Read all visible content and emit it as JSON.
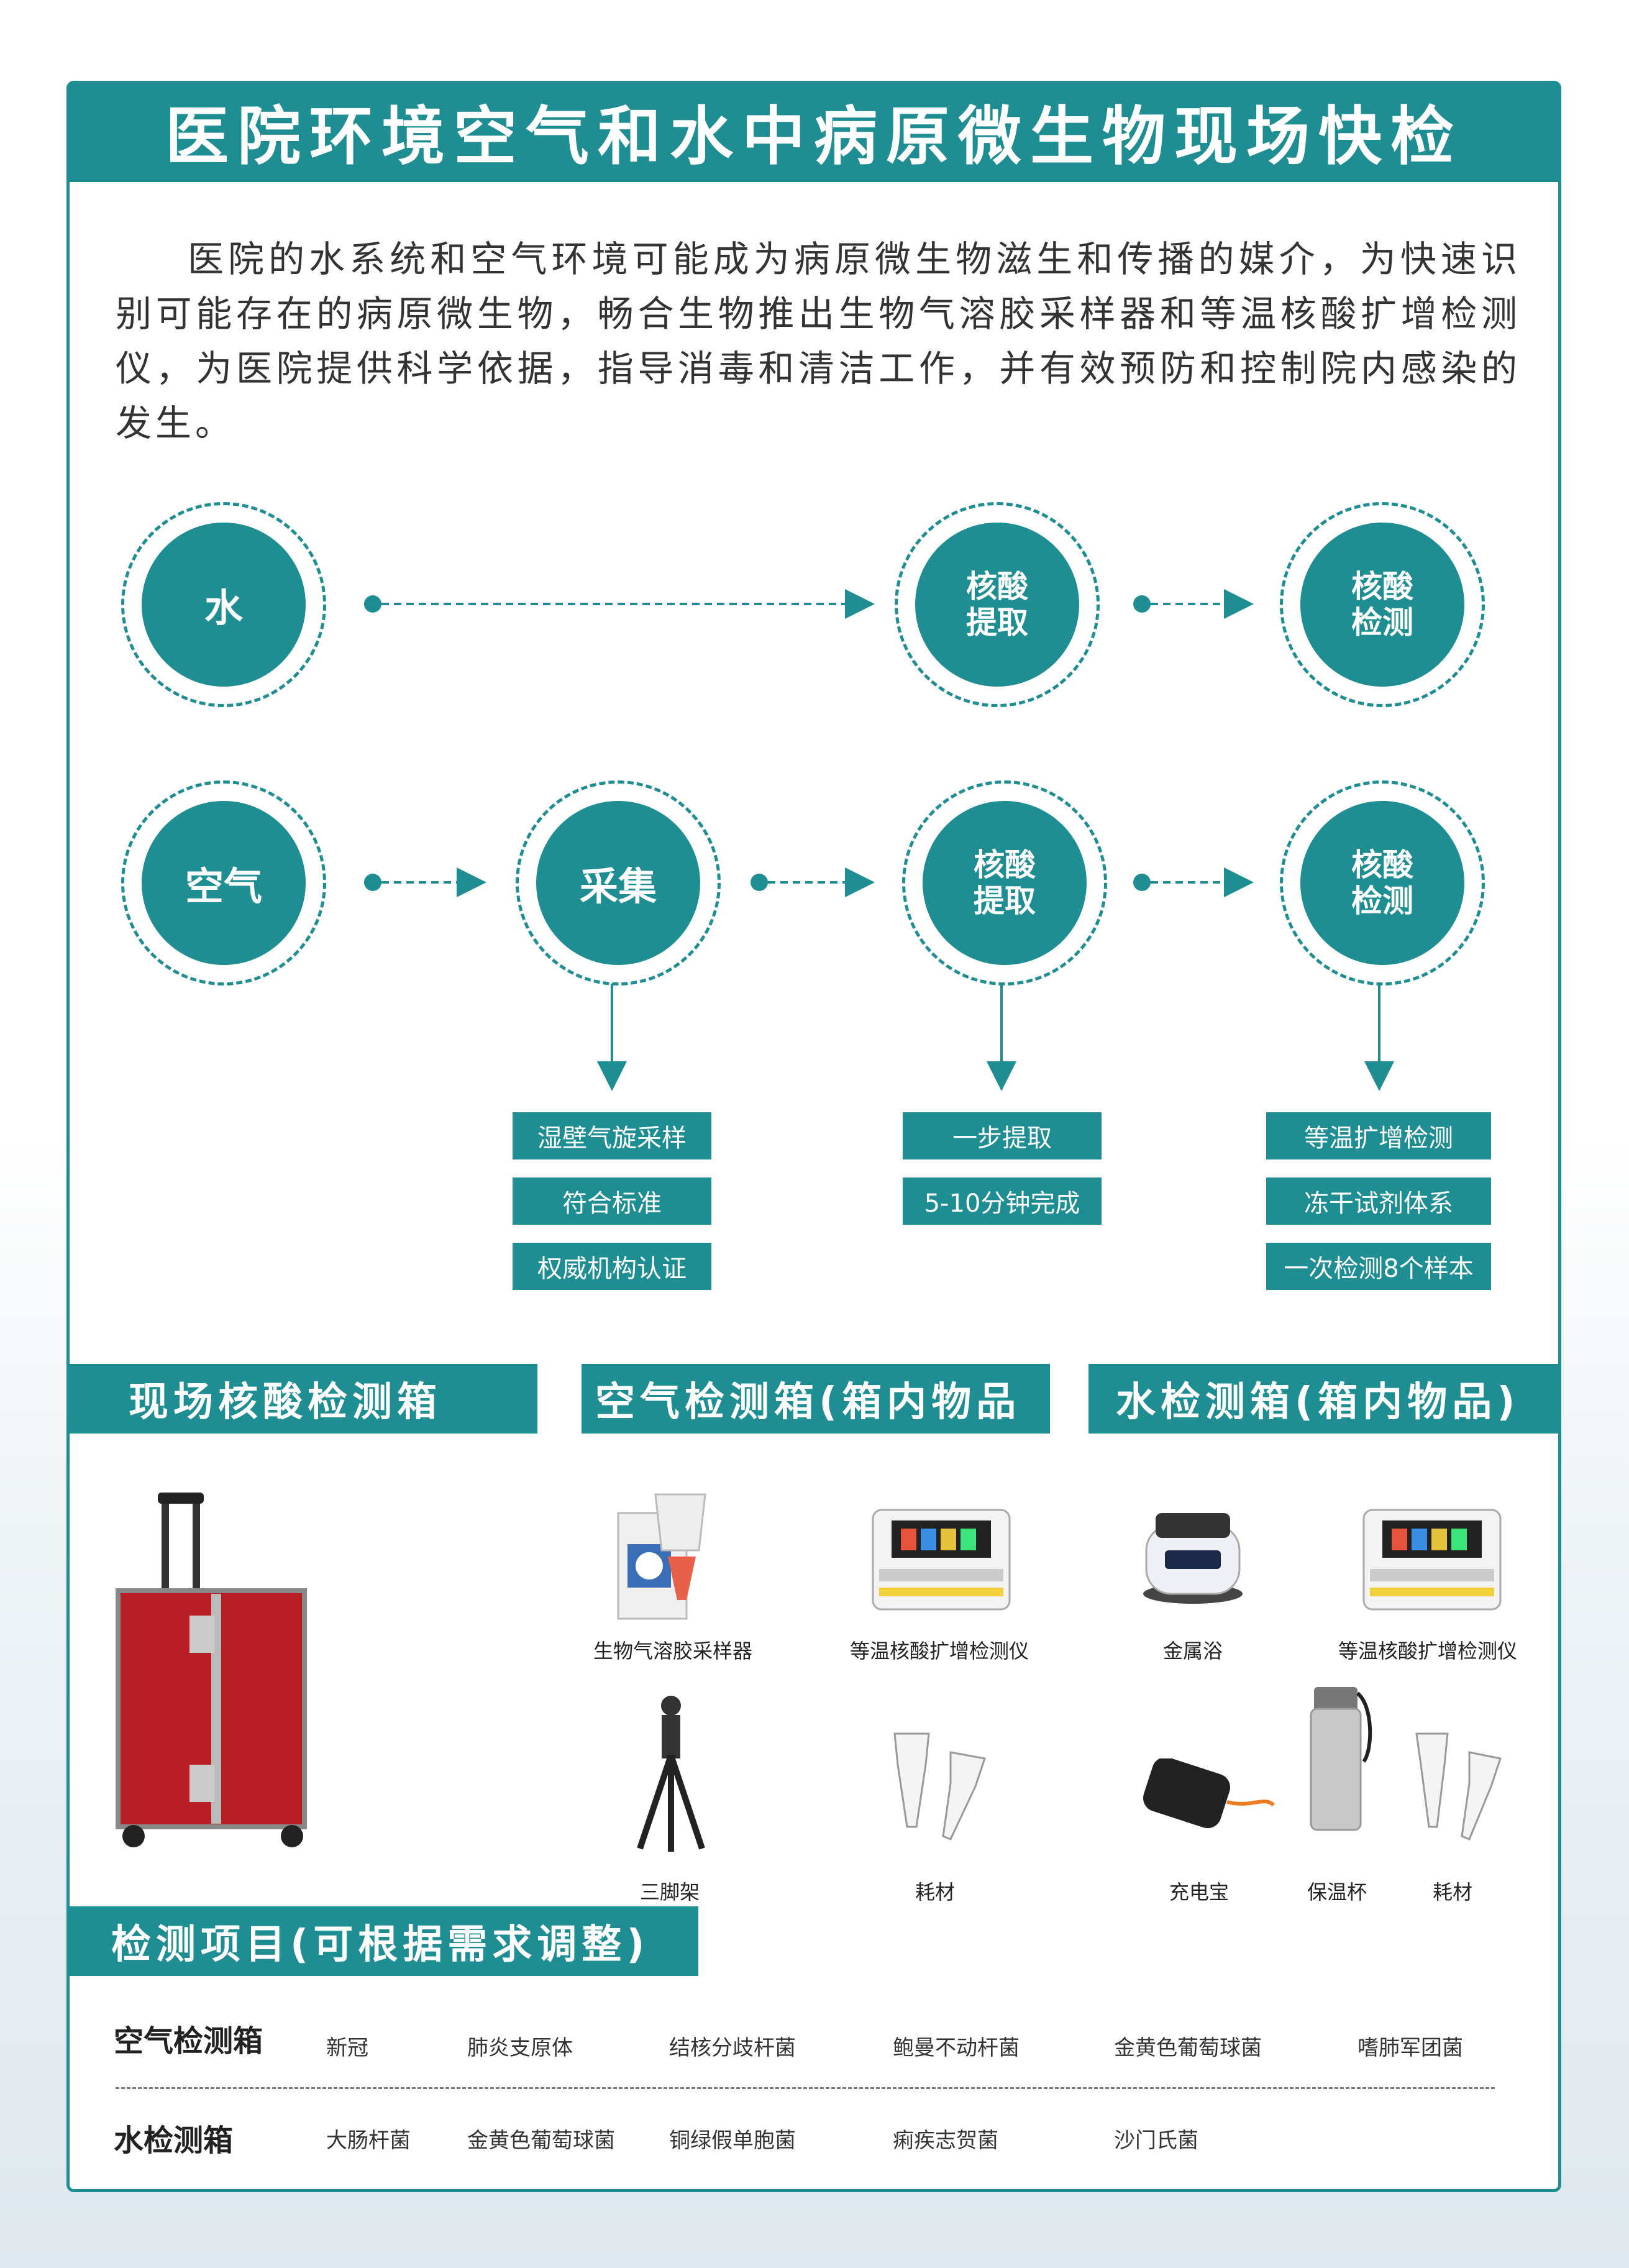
{
  "title": "医院环境空气和水中病原微生物现场快检",
  "intro": "医院的水系统和空气环境可能成为病原微生物滋生和传播的媒介，为快速识别可能存在的病原微生物，畅合生物推出生物气溶胶采样器和等温核酸扩增检测仪，为医院提供科学依据，指导消毒和清洁工作，并有效预防和控制院内感染的发生。",
  "flow": {
    "water": "水",
    "air": "空气",
    "collect": "采集",
    "extract": "核酸提取",
    "detect": "核酸检测"
  },
  "features": {
    "collect": [
      "湿壁气旋采样",
      "符合标准",
      "权威机构认证"
    ],
    "extract": [
      "一步提取",
      "5-10分钟完成"
    ],
    "detect": [
      "等温扩增检测",
      "冻干试剂体系",
      "一次检测8个样本"
    ]
  },
  "sections": {
    "onsite": "现场核酸检测箱",
    "air_box": "空气检测箱(箱内物品",
    "water_box": "水检测箱(箱内物品)",
    "tests": "检测项目(可根据需求调整)"
  },
  "air_items": [
    "生物气溶胶采样器",
    "等温核酸扩增检测仪",
    "三脚架",
    "耗材"
  ],
  "water_items": [
    "金属浴",
    "等温核酸扩增检测仪",
    "充电宝",
    "保温杯",
    "耗材"
  ],
  "tests": {
    "air_label": "空气检测箱",
    "air": [
      "新冠",
      "肺炎支原体",
      "结核分歧杆菌",
      "鲍曼不动杆菌",
      "金黄色葡萄球菌",
      "嗜肺军团菌"
    ],
    "water_label": "水检测箱",
    "water": [
      "大肠杆菌",
      "金黄色葡萄球菌",
      "铜绿假单胞菌",
      "痢疾志贺菌",
      "沙门氏菌"
    ]
  },
  "colors": {
    "accent": "#1e8e93",
    "case": "#b81f24"
  }
}
